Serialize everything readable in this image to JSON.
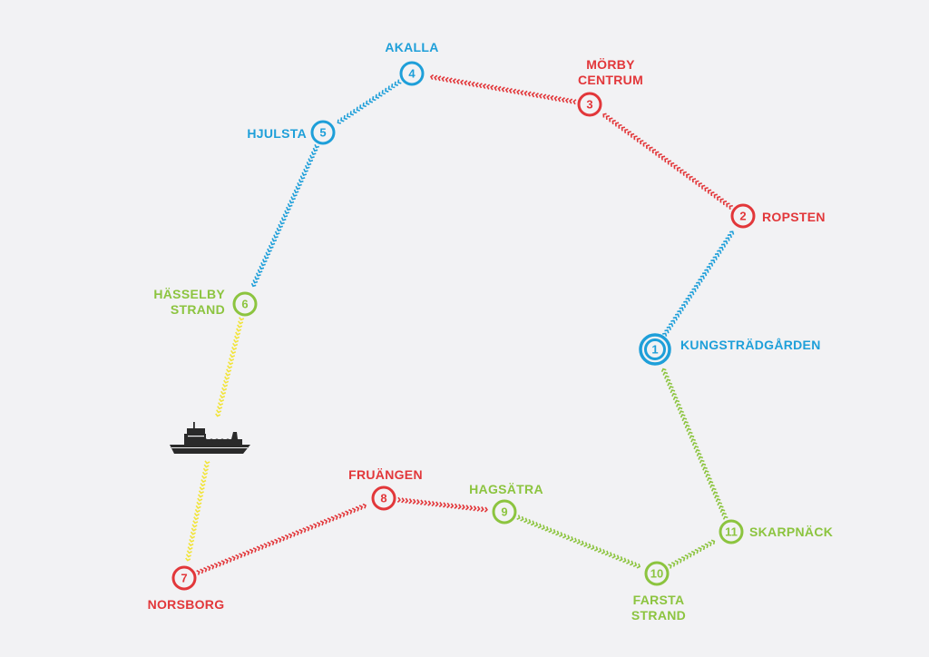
{
  "colors": {
    "blue": "#1e9fd9",
    "red": "#e2373a",
    "green": "#8cc43f",
    "yellow": "#f2e43a",
    "ship": "#2a2a2a",
    "background": "#f2f2f4"
  },
  "stations": [
    {
      "number": "1",
      "name": [
        "KUNGSTRÄDGÅRDEN"
      ],
      "color": "blue",
      "start": true
    },
    {
      "number": "2",
      "name": [
        "ROPSTEN"
      ],
      "color": "red"
    },
    {
      "number": "3",
      "name": [
        "MÖRBY",
        "CENTRUM"
      ],
      "color": "red"
    },
    {
      "number": "4",
      "name": [
        "AKALLA"
      ],
      "color": "blue"
    },
    {
      "number": "5",
      "name": [
        "HJULSTA"
      ],
      "color": "blue"
    },
    {
      "number": "6",
      "name": [
        "HÄSSELBY",
        "STRAND"
      ],
      "color": "green"
    },
    {
      "number": "7",
      "name": [
        "NORSBORG"
      ],
      "color": "red"
    },
    {
      "number": "8",
      "name": [
        "FRUÄNGEN"
      ],
      "color": "red"
    },
    {
      "number": "9",
      "name": [
        "HAGSÄTRA"
      ],
      "color": "green"
    },
    {
      "number": "10",
      "name": [
        "FARSTA",
        "STRAND"
      ],
      "color": "green"
    },
    {
      "number": "11",
      "name": [
        "SKARPNÄCK"
      ],
      "color": "green"
    }
  ],
  "segments": [
    {
      "from": "1",
      "to": "2",
      "color": "blue"
    },
    {
      "from": "2",
      "to": "3",
      "color": "red"
    },
    {
      "from": "3",
      "to": "4",
      "color": "red"
    },
    {
      "from": "4",
      "to": "5",
      "color": "blue"
    },
    {
      "from": "5",
      "to": "6",
      "color": "blue"
    },
    {
      "from": "6",
      "to": "ship",
      "color": "yellow"
    },
    {
      "from": "ship",
      "to": "7",
      "color": "yellow"
    },
    {
      "from": "7",
      "to": "8",
      "color": "red"
    },
    {
      "from": "8",
      "to": "9",
      "color": "red"
    },
    {
      "from": "9",
      "to": "10",
      "color": "green"
    },
    {
      "from": "10",
      "to": "11",
      "color": "green"
    },
    {
      "from": "11",
      "to": "1",
      "color": "green"
    }
  ],
  "ferry_icon": "ferry-with-bicycles-icon"
}
